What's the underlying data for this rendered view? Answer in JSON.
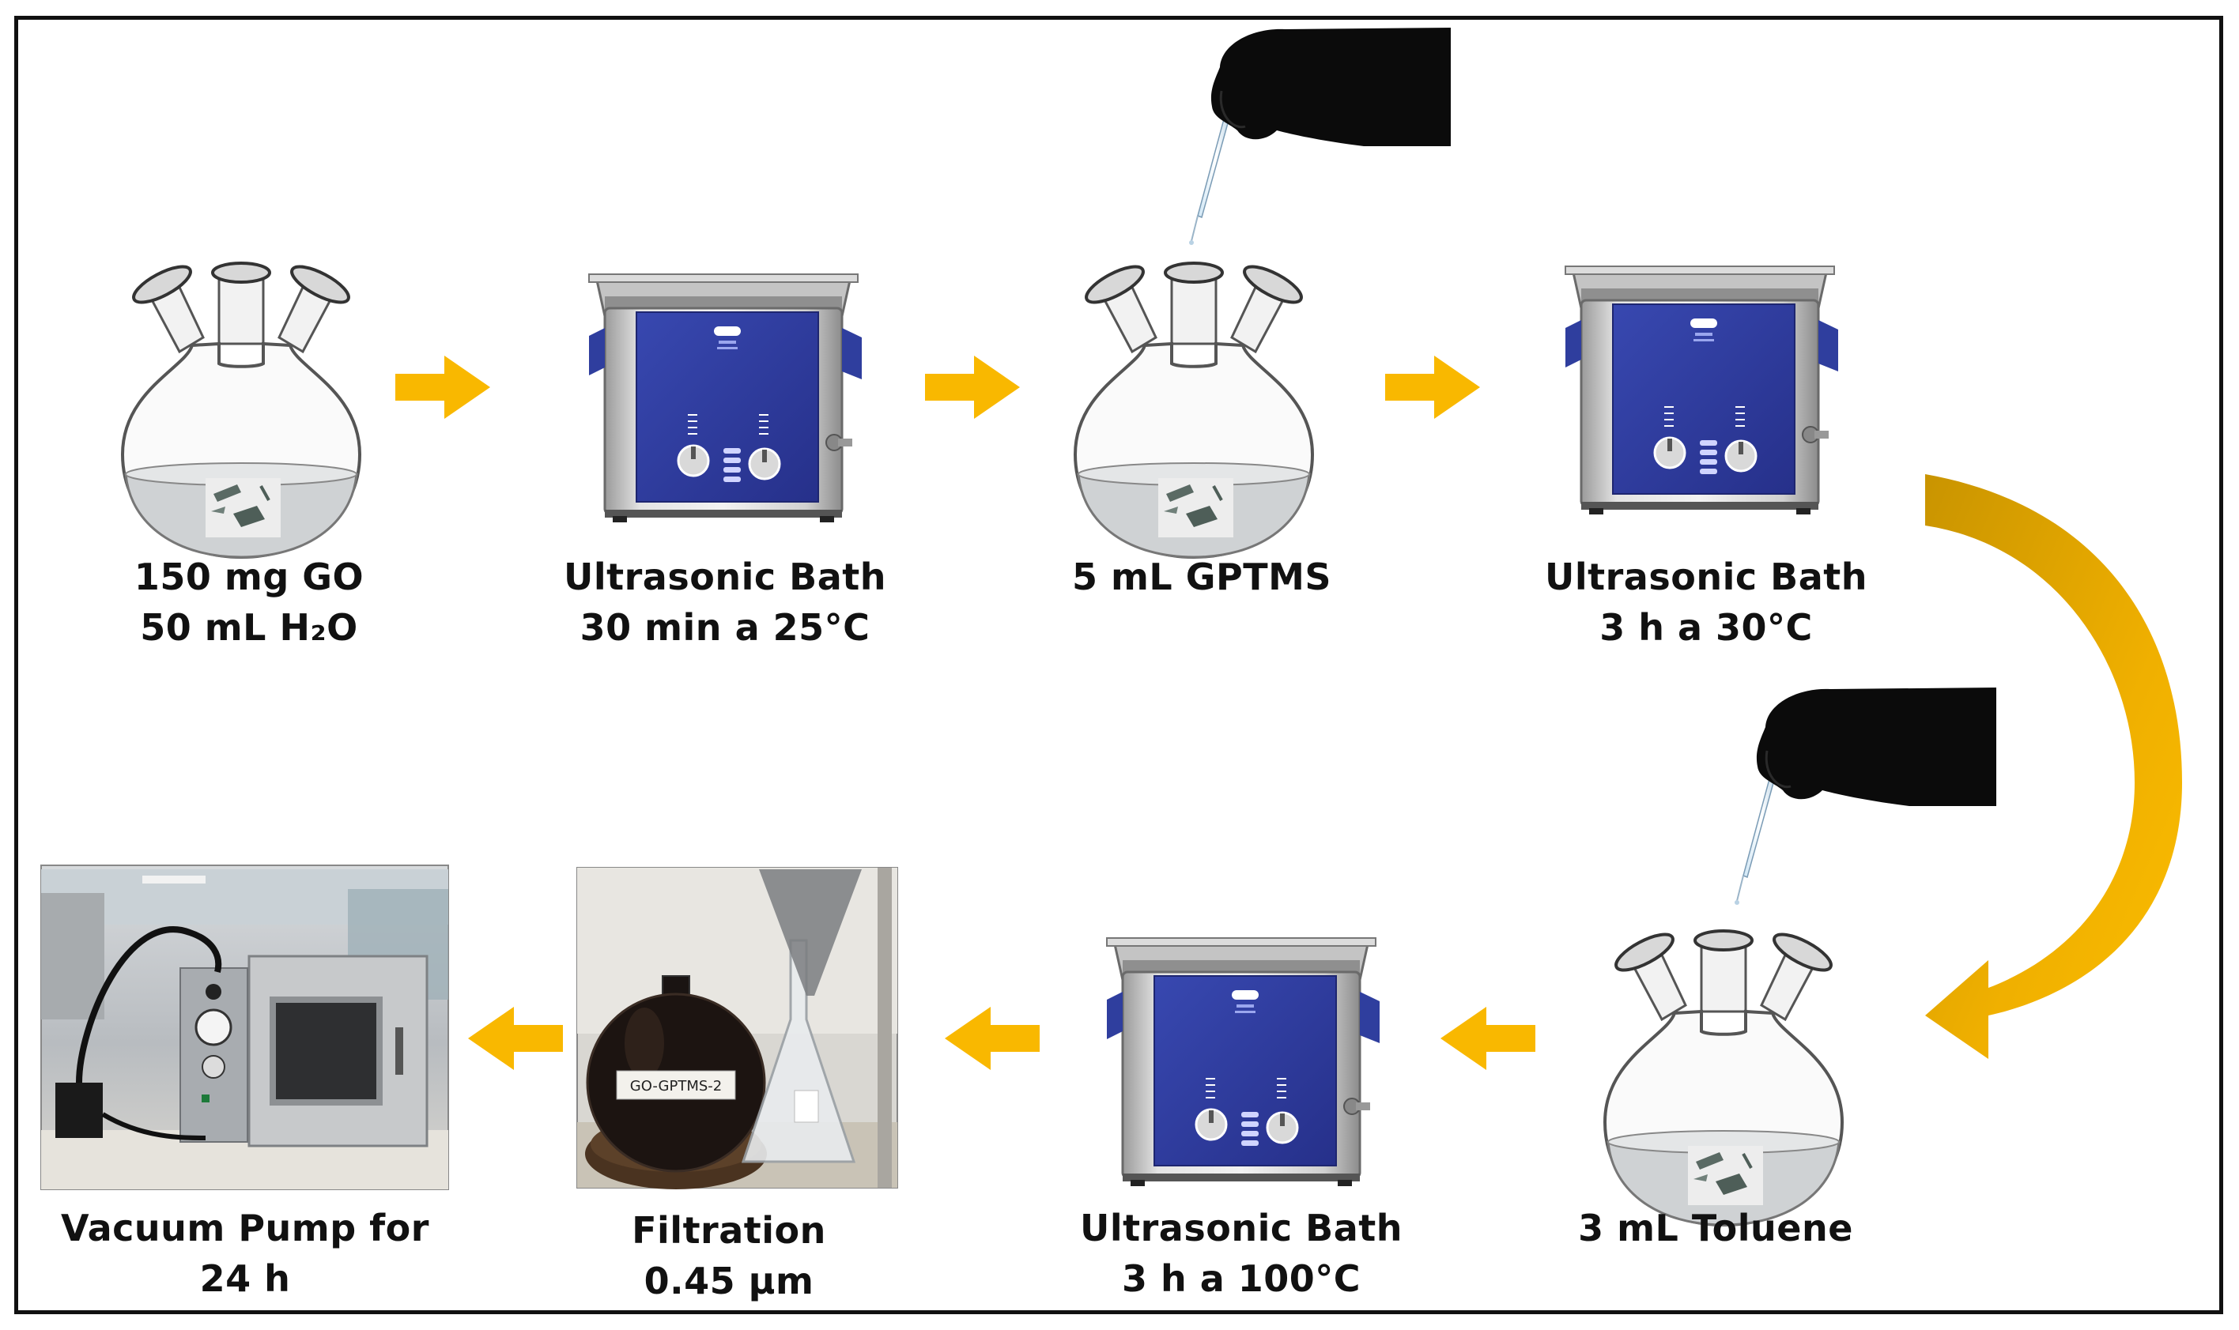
{
  "steps": {
    "go_flask": {
      "line1": "150 mg GO",
      "line2": "50 mL H₂O"
    },
    "bath1": {
      "line1": "Ultrasonic Bath",
      "line2": "30 min a 25°C"
    },
    "gptms": {
      "line1": "5 mL GPTMS"
    },
    "bath2": {
      "line1": "Ultrasonic Bath",
      "line2": "3 h a 30°C"
    },
    "toluene": {
      "line1": "3 mL Toluene"
    },
    "bath3": {
      "line1": "Ultrasonic Bath",
      "line2": "3 h a 100°C"
    },
    "filtration": {
      "line1": "Filtration",
      "line2": "0.45 µm"
    },
    "vacuum": {
      "line1": "Vacuum Pump for",
      "line2": "24 h"
    }
  },
  "photos": {
    "filtration_bottle_label": "GO-GPTMS-2"
  },
  "colors": {
    "arrow": "#f9b800",
    "curved_arrow_dark": "#c99400",
    "bath_blue": "#2f3e9e",
    "steel": "#c9c9c9",
    "glove": "#0b0b0b"
  }
}
